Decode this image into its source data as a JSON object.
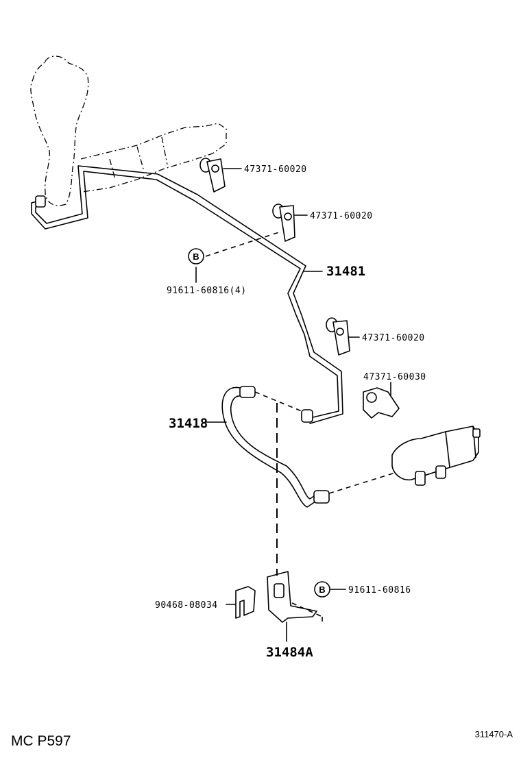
{
  "labels": {
    "clamp_1": "47371-60020",
    "clamp_2": "47371-60020",
    "clamp_3": "47371-60020",
    "clamp_4": "47371-60030",
    "bolt_upper_code": "B",
    "bolt_upper": "91611-60816(4)",
    "tube": "31481",
    "hose": "31418",
    "clip": "90468-08034",
    "bolt_lower_code": "B",
    "bolt_lower": "91611-60816",
    "bracket": "31484A"
  },
  "footer": {
    "left": "MC P597",
    "right": "311470-A"
  }
}
